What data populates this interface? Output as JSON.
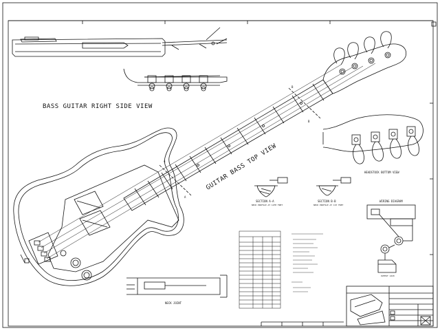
{
  "drawing": {
    "side_view_title": "BASS GUITAR RIGHT SIDE VIEW",
    "top_view_title": "GUITAR BASS TOP VIEW",
    "headstock_bottom_view": "HEADSTOCK BOTTOM VIEW",
    "neck_joint": "NECK JOINT",
    "section_a_title": "SECTION A-A",
    "section_a_sub": "NECK PROFILE AT 12TH FRET",
    "section_b_title": "SECTION B-B",
    "section_b_sub": "NECK PROFILE AT 1ST FRET",
    "wiring_title": "WIRING DIAGRAM",
    "output_jack": "OUTPUT JACK",
    "section_marker_a": "A",
    "section_marker_b": "B"
  },
  "colors": {
    "line": "#111111",
    "sheet": "#ffffff"
  }
}
